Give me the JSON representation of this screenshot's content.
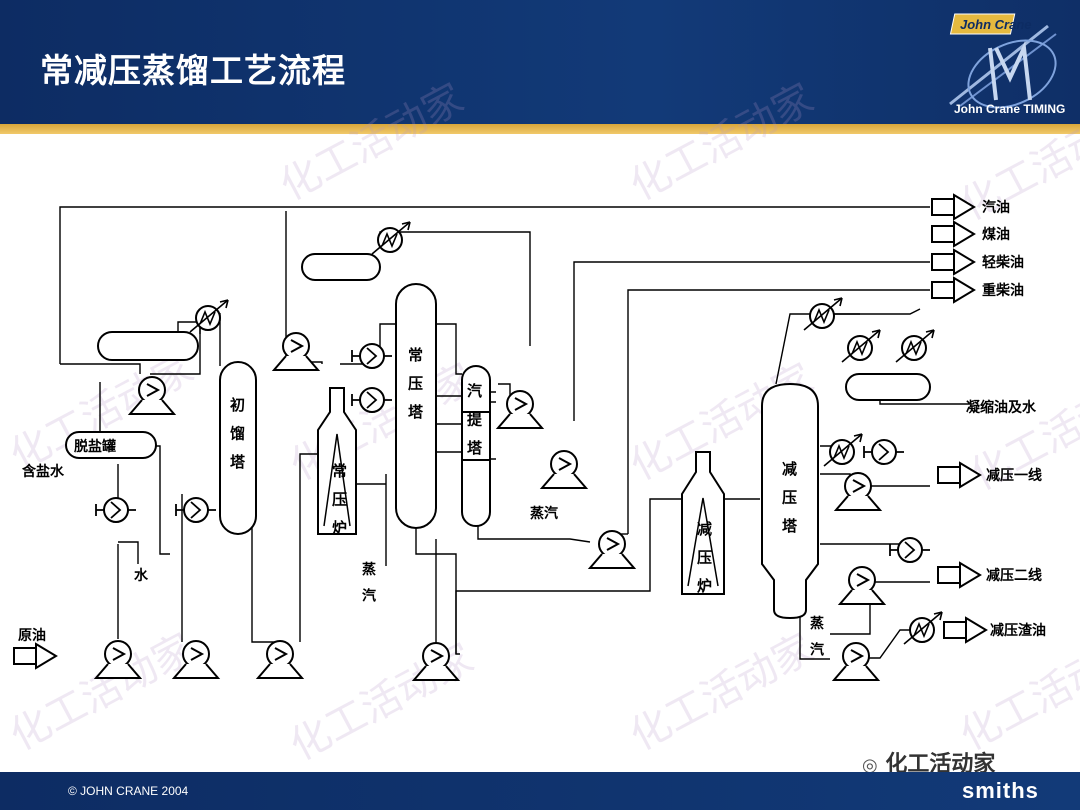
{
  "header": {
    "title": "常减压蒸馏工艺流程",
    "logo_text": "John Crane",
    "logo_caption": "John Crane TIMING"
  },
  "footer": {
    "copyright": "© JOHN CRANE 2004",
    "brand": "smiths"
  },
  "wechat_account": "化工活动家",
  "watermark": "化工活动家",
  "diagram": {
    "vessels": {
      "desalter": "脱盐罐",
      "pre_flash": "初\n馏\n塔",
      "atm_tower": "常\n压\n塔",
      "stripper": "汽\n提\n塔",
      "vac_tower": "减\n压\n塔",
      "atm_furnace": "常\n压\n炉",
      "vac_furnace": "减\n压\n炉"
    },
    "labels": {
      "crude": "原油",
      "salt_water": "含盐水",
      "water": "水",
      "steam_atm": "蒸\n汽",
      "steam_strip": "蒸汽",
      "steam_vac": "蒸\n汽",
      "condensate": "凝缩油及水"
    },
    "products": [
      "汽油",
      "煤油",
      "轻柴油",
      "重柴油"
    ],
    "vac_products": [
      "减压一线",
      "减压二线",
      "减压渣油"
    ]
  },
  "colors": {
    "header": "#0d2c63",
    "band": "#f1c96a",
    "line": "#000000"
  }
}
